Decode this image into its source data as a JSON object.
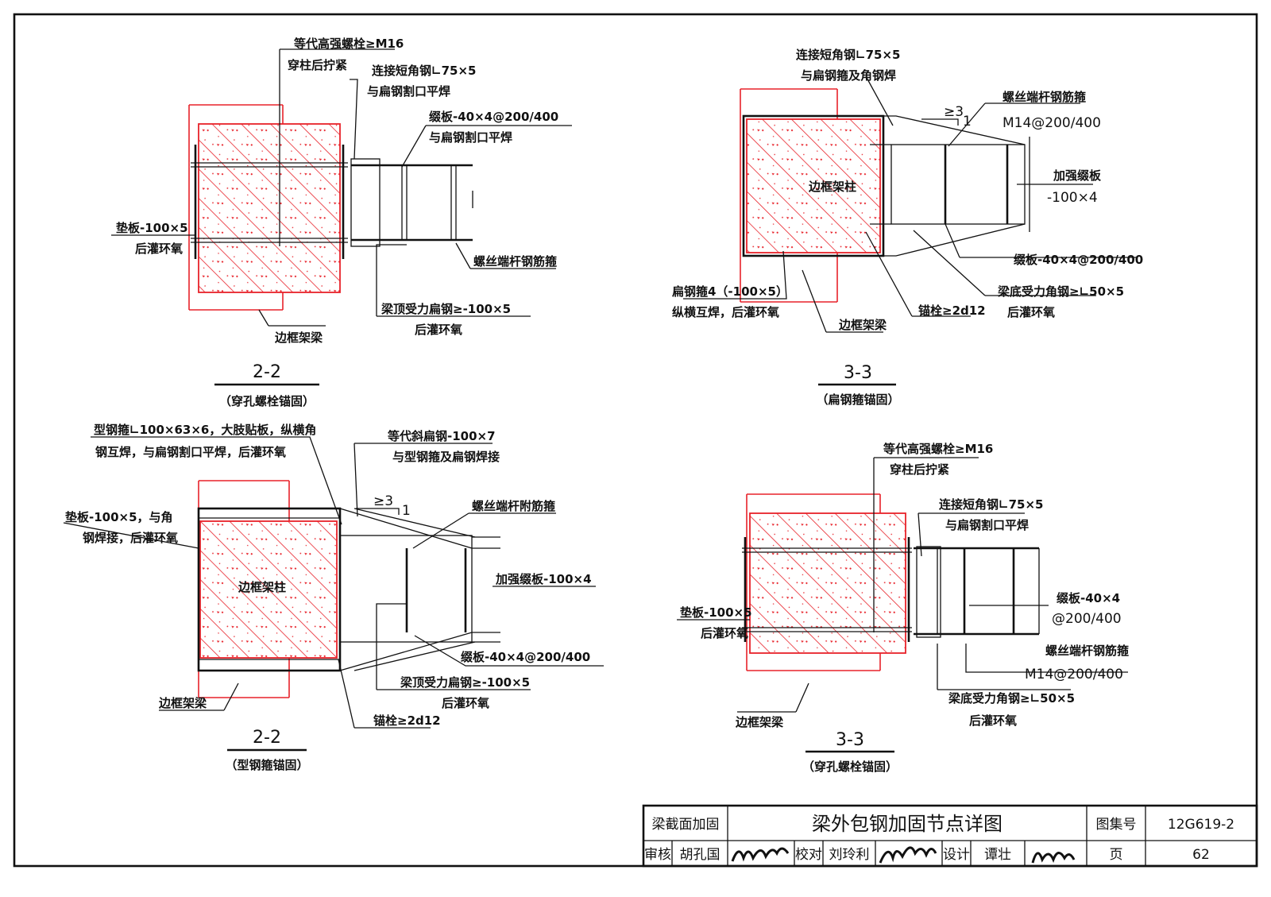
{
  "colors": {
    "concrete_hatch": "#e8222a",
    "line": "#111111",
    "background": "#ffffff"
  },
  "views": {
    "tl": {
      "title": "2-2",
      "subtitle": "（穿孔螺栓锚固）",
      "labels": {
        "bolt1": "等代高强螺栓≥M16",
        "bolt2": "穿柱后拧紧",
        "angle1": "连接短角钢∟75×5",
        "angle2": "与扁钢割口平焊",
        "batten1": "缀板-40×4@200/400",
        "batten2": "与扁钢割口平焊",
        "pad1": "垫板-100×5",
        "pad2": "后灌环氧",
        "threaded": "螺丝端杆钢筋箍",
        "flat1": "梁顶受力扁钢≥-100×5",
        "flat2": "后灌环氧",
        "beam": "边框架梁"
      }
    },
    "tr": {
      "title": "3-3",
      "subtitle": "（扁钢箍锚固）",
      "labels": {
        "angle1": "连接短角钢∟75×5",
        "angle2": "与扁钢箍及角钢焊",
        "slope": "≥3",
        "slope1": "1",
        "threaded1": "螺丝端杆钢筋箍",
        "threaded2": "M14@200/400",
        "strong1": "加强缀板",
        "strong2": "-100×4",
        "column": "边框架柱",
        "batten": "缀板-40×4@200/400",
        "angle_bot1": "梁底受力角钢≥∟50×5",
        "angle_bot2": "后灌环氧",
        "hoop1": "扁钢箍4（-100×5）",
        "hoop2": "纵横互焊，后灌环氧",
        "anchor": "锚栓≥2d12",
        "beam": "边框架梁"
      }
    },
    "bl": {
      "title": "2-2",
      "subtitle": "（型钢箍锚固）",
      "labels": {
        "hoop1": "型钢箍∟100×63×6，大肢贴板，纵横角",
        "hoop2": "钢互焊，与扁钢割口平焊，后灌环氧",
        "diag1": "等代斜扁钢-100×7",
        "diag2": "与型钢箍及扁钢焊接",
        "pad1": "垫板-100×5，与角",
        "pad2": "钢焊接，后灌环氧",
        "slope": "≥3",
        "slope1": "1",
        "threaded": "螺丝端杆附筋箍",
        "strong": "加强缀板-100×4",
        "column": "边框架柱",
        "batten": "缀板-40×4@200/400",
        "flat1": "梁顶受力扁钢≥-100×5",
        "flat2": "后灌环氧",
        "anchor": "锚栓≥2d12",
        "beam": "边框架梁"
      }
    },
    "br": {
      "title": "3-3",
      "subtitle": "（穿孔螺栓锚固）",
      "labels": {
        "bolt1": "等代高强螺栓≥M16",
        "bolt2": "穿柱后拧紧",
        "angle1": "连接短角钢∟75×5",
        "angle2": "与扁钢割口平焊",
        "pad1": "垫板-100×5",
        "pad2": "后灌环氧",
        "batten1": "缀板-40×4",
        "batten2": "@200/400",
        "threaded1": "螺丝端杆钢筋箍",
        "threaded2": "M14@200/400",
        "angle_bot1": "梁底受力角钢≥∟50×5",
        "angle_bot2": "后灌环氧",
        "beam": "边框架梁"
      }
    }
  },
  "title_block": {
    "category": "梁截面加固",
    "drawing_title": "梁外包钢加固节点详图",
    "atlas_label": "图集号",
    "atlas_no": "12G619-2",
    "review_label": "审核",
    "reviewer": "胡孔国",
    "check_label": "校对",
    "checker": "刘玲利",
    "design_label": "设计",
    "designer": "谭壮",
    "page_label": "页",
    "page_no": "62"
  }
}
